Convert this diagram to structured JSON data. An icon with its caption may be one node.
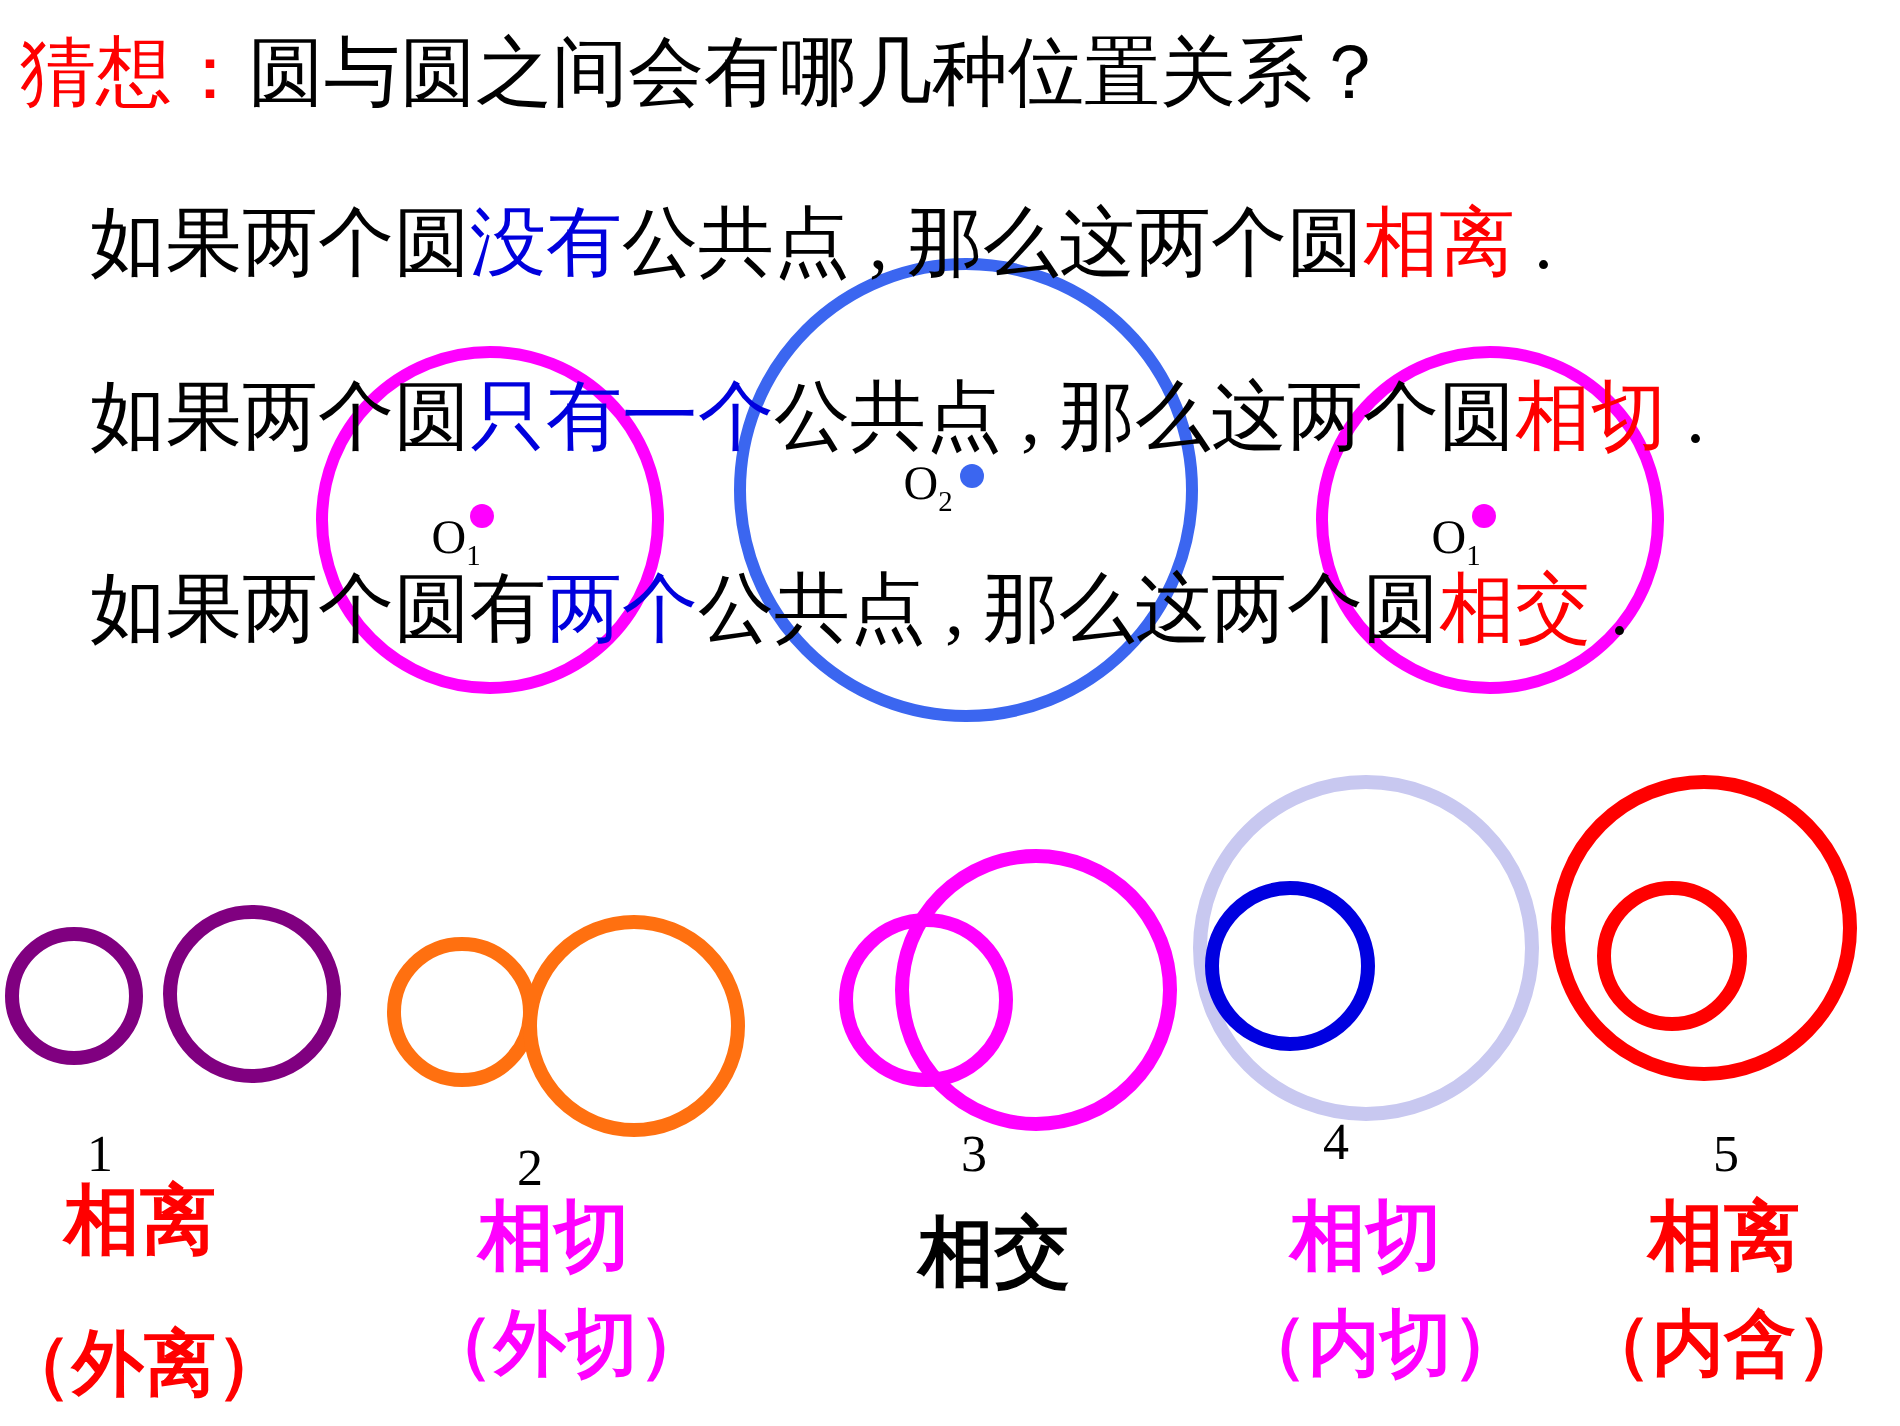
{
  "diagram": {
    "title": "**猜想：**圆与圆之间会有哪几种位置关系？",
    "labels": [
      "如果两个圆**没有**公共点 , 那么这两个圆**相离** .",
      "如果两个圆**只有一个**公共点 , 那么这两个圆**相切** .",
      "如果两个圆有**两个**公共点 , 那么这两个圆**相交** .",
      "O$_{1}$",
      "O$_{2}$",
      "O$_{1}$",
      "1",
      "2",
      "3",
      "4",
      "5",
      "相离",
      "相切",
      "相交",
      "相切",
      "相离",
      "（外离）",
      "（外切）",
      "（内切）",
      "（内含）"
    ]
  }
}
